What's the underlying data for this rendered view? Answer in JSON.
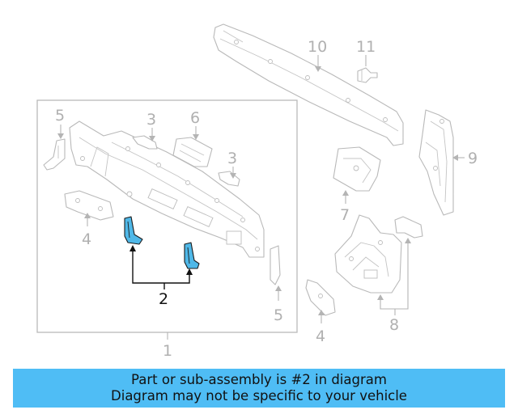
{
  "callouts": {
    "c1": "1",
    "c2": "2",
    "c3a": "3",
    "c3b": "3",
    "c4a": "4",
    "c4b": "4",
    "c5a": "5",
    "c5b": "5",
    "c6": "6",
    "c7": "7",
    "c8": "8",
    "c9": "9",
    "c10": "10",
    "c11": "11"
  },
  "highlight_color": "#4fb8e8",
  "banner": {
    "line1": "Part or sub-assembly is #2 in diagram",
    "line2": "Diagram may not be specific to your vehicle",
    "color": "#4fbdf5"
  }
}
